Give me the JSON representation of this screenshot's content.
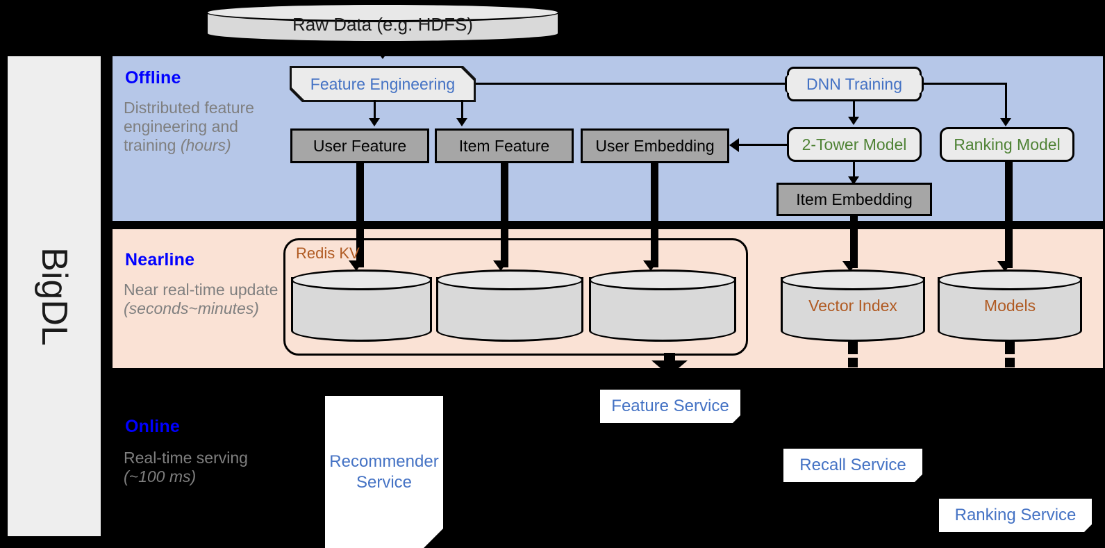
{
  "sidebar": {
    "label": "BigDL"
  },
  "source": {
    "raw_data": "Raw Data (e.g. HDFS)"
  },
  "bands": {
    "offline": {
      "title": "Offline",
      "desc_line1": "Distributed feature engineering and training ",
      "desc_em": "(hours)"
    },
    "nearline": {
      "title": "Nearline",
      "desc_line1": "Near real-time update ",
      "desc_em": "(seconds~minutes)"
    },
    "online": {
      "title": "Online",
      "desc_line1": "Real-time serving ",
      "desc_em": "(~100 ms)"
    }
  },
  "offline": {
    "feature_engineering": "Feature Engineering",
    "dnn_training": "DNN Training",
    "user_feature": "User Feature",
    "item_feature": "Item Feature",
    "user_embedding": "User Embedding",
    "two_tower_model": "2-Tower Model",
    "ranking_model": "Ranking Model",
    "item_embedding": "Item Embedding"
  },
  "nearline": {
    "redis_kv": "Redis KV",
    "store_1": "",
    "store_2": "",
    "store_3": "",
    "vector_index": "Vector Index",
    "models": "Models"
  },
  "online": {
    "recommender_service": "Recommender Service",
    "feature_service": "Feature Service",
    "recall_service": "Recall Service",
    "ranking_service": "Ranking Service"
  },
  "colors": {
    "offline_band": "#b6c7e8",
    "nearline_band": "#fae2d5",
    "online_band": "#000000",
    "band_title": "#0000ff",
    "band_desc": "#7f7f7f",
    "blue_text": "#4472c4",
    "green_text": "#4e8234",
    "brown_text": "#b05a22",
    "gray_box": "#a6a6a6",
    "light_box": "#ebebeb",
    "cylinder": "#d9d9d9",
    "sidebar": "#eeeeee"
  }
}
